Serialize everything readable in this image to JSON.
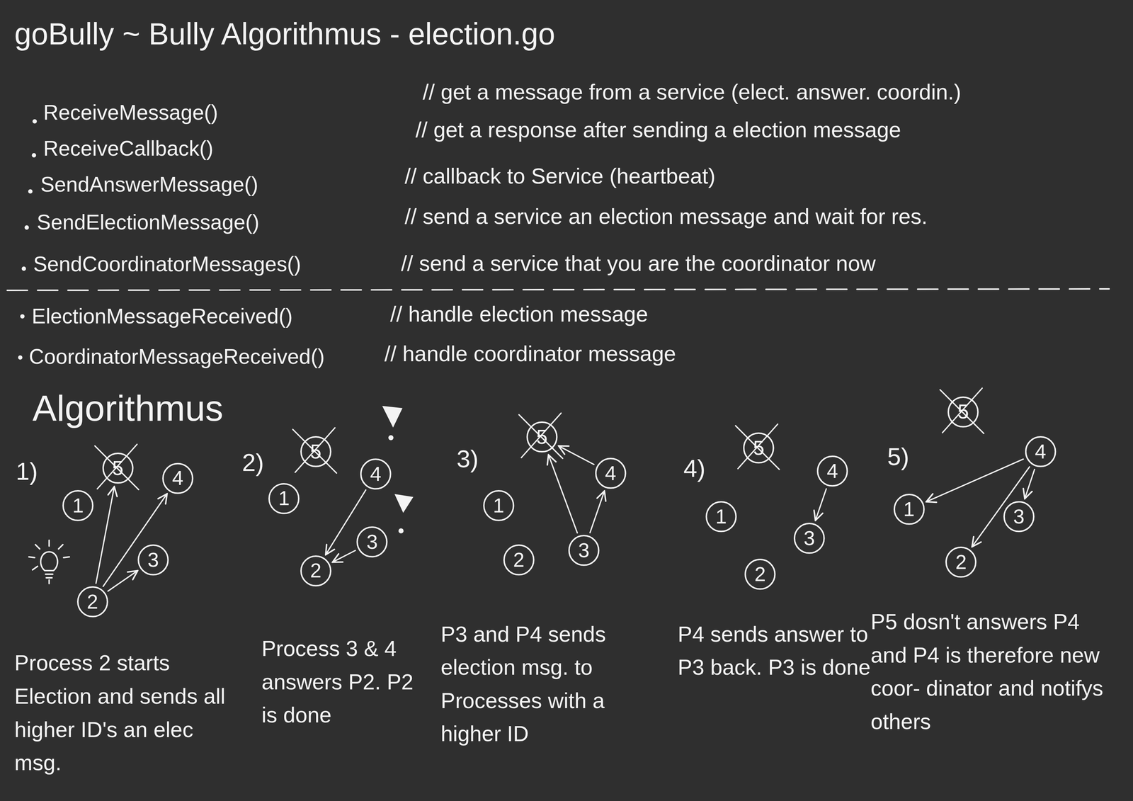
{
  "diagram": {
    "title": "goBully ~ Bully Algorithmus - election.go",
    "nodes": [
      {
        "text": [
          "5"
        ]
      },
      {
        "text": [
          "4"
        ]
      },
      {
        "text": [
          "1"
        ]
      },
      {
        "text": [
          "3"
        ]
      },
      {
        "text": [
          "2"
        ]
      },
      {
        "text": [
          "5"
        ]
      },
      {
        "text": [
          "4"
        ]
      },
      {
        "text": [
          "1"
        ]
      },
      {
        "text": [
          "3"
        ]
      },
      {
        "text": [
          "2"
        ]
      },
      {
        "text": [
          "5"
        ]
      },
      {
        "text": [
          "4"
        ]
      },
      {
        "text": [
          "1"
        ]
      },
      {
        "text": [
          "3"
        ]
      },
      {
        "text": [
          "2"
        ]
      },
      {
        "text": [
          "5"
        ]
      },
      {
        "text": [
          "4"
        ]
      },
      {
        "text": [
          "1"
        ]
      },
      {
        "text": [
          "3"
        ]
      },
      {
        "text": [
          "2"
        ]
      },
      {
        "text": [
          "5"
        ]
      },
      {
        "text": [
          "4"
        ]
      },
      {
        "text": [
          "1"
        ]
      },
      {
        "text": [
          "3"
        ]
      },
      {
        "text": [
          "2"
        ]
      }
    ],
    "edges": [
      {
        "from": 4,
        "to": 0,
        "arrow": "to"
      },
      {
        "from": 4,
        "to": 1,
        "arrow": "to"
      },
      {
        "from": 4,
        "to": 3,
        "arrow": "to"
      },
      {
        "from": 6,
        "to": 9,
        "arrow": "to"
      },
      {
        "from": 8,
        "to": 9,
        "arrow": "to"
      },
      {
        "from": 13,
        "to": 10,
        "arrow": "to"
      },
      {
        "from": 11,
        "to": 10,
        "arrow": "to"
      },
      {
        "from": 13,
        "to": 11,
        "arrow": "to"
      },
      {
        "from": 16,
        "to": 18,
        "arrow": "to"
      },
      {
        "from": 21,
        "to": 22,
        "arrow": "to"
      },
      {
        "from": 21,
        "to": 24,
        "arrow": "to"
      },
      {
        "from": 21,
        "to": 23,
        "arrow": "to"
      }
    ],
    "labels": [
      "ReceiveMessage()",
      "// get a message from a service (elect. answer. coordin.)",
      "ReceiveCallback()",
      "// get a response after sending a election message",
      "SendAnswerMessage()",
      "// callback to Service (heartbeat)",
      "SendElectionMessage()",
      "// send a service an election message and wait for res.",
      "SendCoordinatorMessages()",
      "// send a service that you are the coordinator now",
      "ElectionMessageReceived()",
      "// handle election message",
      "CoordinatorMessageReceived()",
      "// handle coordinator message",
      "Algorithmus",
      "1)",
      "2)",
      "3)",
      "4)",
      "5)",
      "Process 2 starts Election and sends all higher ID's an elec msg.",
      "Process 3 & 4 answers P2. P2 is done",
      "P3 and P4 sends election msg. to Processes with a higher ID",
      "P4 sends answer to P3 back. P3 is done",
      "P5 dosn't answers P4 and P4 is therefore new coor- dinator and notifys others"
    ]
  }
}
